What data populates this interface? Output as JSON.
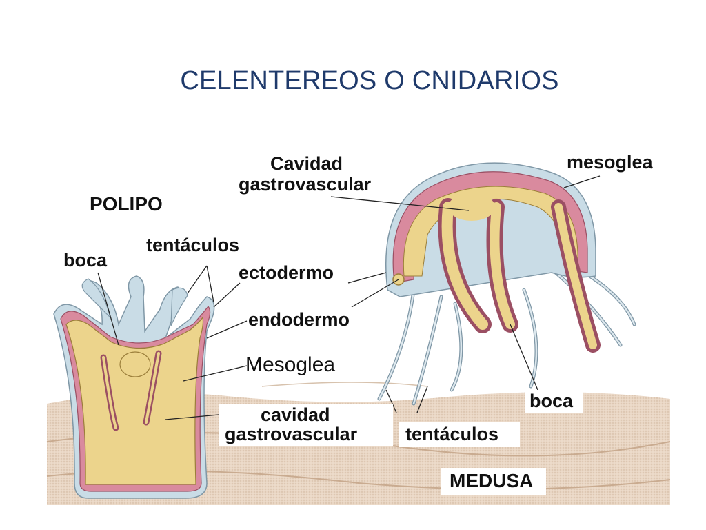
{
  "slide": {
    "title": "CELENTEREOS O CNIDARIOS"
  },
  "polyp": {
    "heading": "POLIPO",
    "labels": {
      "mouth": "boca",
      "tentacles": "tentáculos",
      "ectoderm": "ectodermo",
      "endoderm": "endodermo",
      "mesoglea": "Mesoglea",
      "cavity_line1": "cavidad",
      "cavity_line2": "gastrovascular"
    }
  },
  "medusa": {
    "heading": "MEDUSA",
    "labels": {
      "cavity_line1": "Cavidad",
      "cavity_line2": "gastrovascular",
      "mesoglea": "mesoglea",
      "mouth": "boca",
      "tentacles": "tentáculos"
    }
  },
  "colors": {
    "title": "#1f3a6b",
    "ectoderm": "#c9dce6",
    "mesoglea": "#d98a9e",
    "endoderm_body": "#ecd48c",
    "seabed": "#d8bfa8"
  }
}
